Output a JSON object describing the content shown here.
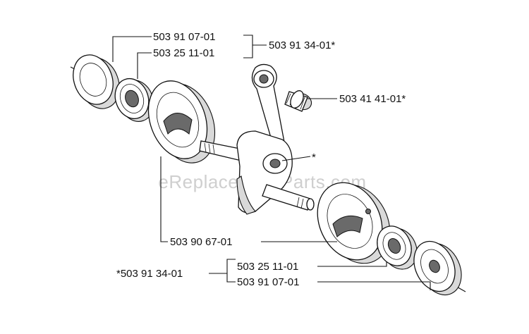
{
  "labels": {
    "top_seal": "503 91 07-01",
    "top_bearing": "503 25 11-01",
    "top_group": "503 91 34-01*",
    "needle_bearing": "503 41 41-01*",
    "crank_star": "*",
    "crank_half": "503 90 67-01",
    "bottom_group": "*503 91 34-01",
    "bottom_bearing": "503 25 11-01",
    "bottom_seal": "503 91 07-01"
  },
  "watermark": "eReplacementParts.com"
}
